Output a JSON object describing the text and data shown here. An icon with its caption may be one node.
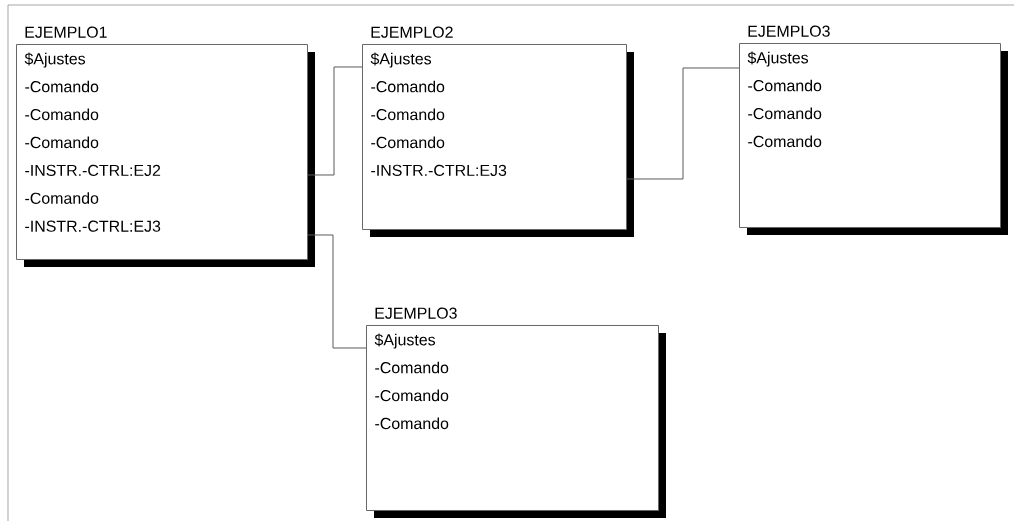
{
  "diagram": {
    "nodes": [
      {
        "text": [
          "EJEMPLO1",
          "$Ajustes",
          "-Comando",
          "-Comando",
          "-Comando",
          "-INSTR.-CTRL:EJ2",
          "-Comando",
          "-INSTR.-CTRL:EJ3"
        ]
      },
      {
        "text": [
          "EJEMPLO2",
          "$Ajustes",
          "-Comando",
          "-Comando",
          "-Comando",
          "-INSTR.-CTRL:EJ3"
        ]
      },
      {
        "text": [
          "EJEMPLO3",
          "$Ajustes",
          "-Comando",
          "-Comando",
          "-Comando"
        ]
      },
      {
        "text": [
          "EJEMPLO3",
          "$Ajustes",
          "-Comando",
          "-Comando",
          "-Comando"
        ]
      }
    ],
    "edges": [
      {
        "from": 0,
        "to": 1,
        "arrow": "none"
      },
      {
        "from": 1,
        "to": 2,
        "arrow": "none"
      },
      {
        "from": 0,
        "to": 3,
        "arrow": "none"
      }
    ]
  }
}
